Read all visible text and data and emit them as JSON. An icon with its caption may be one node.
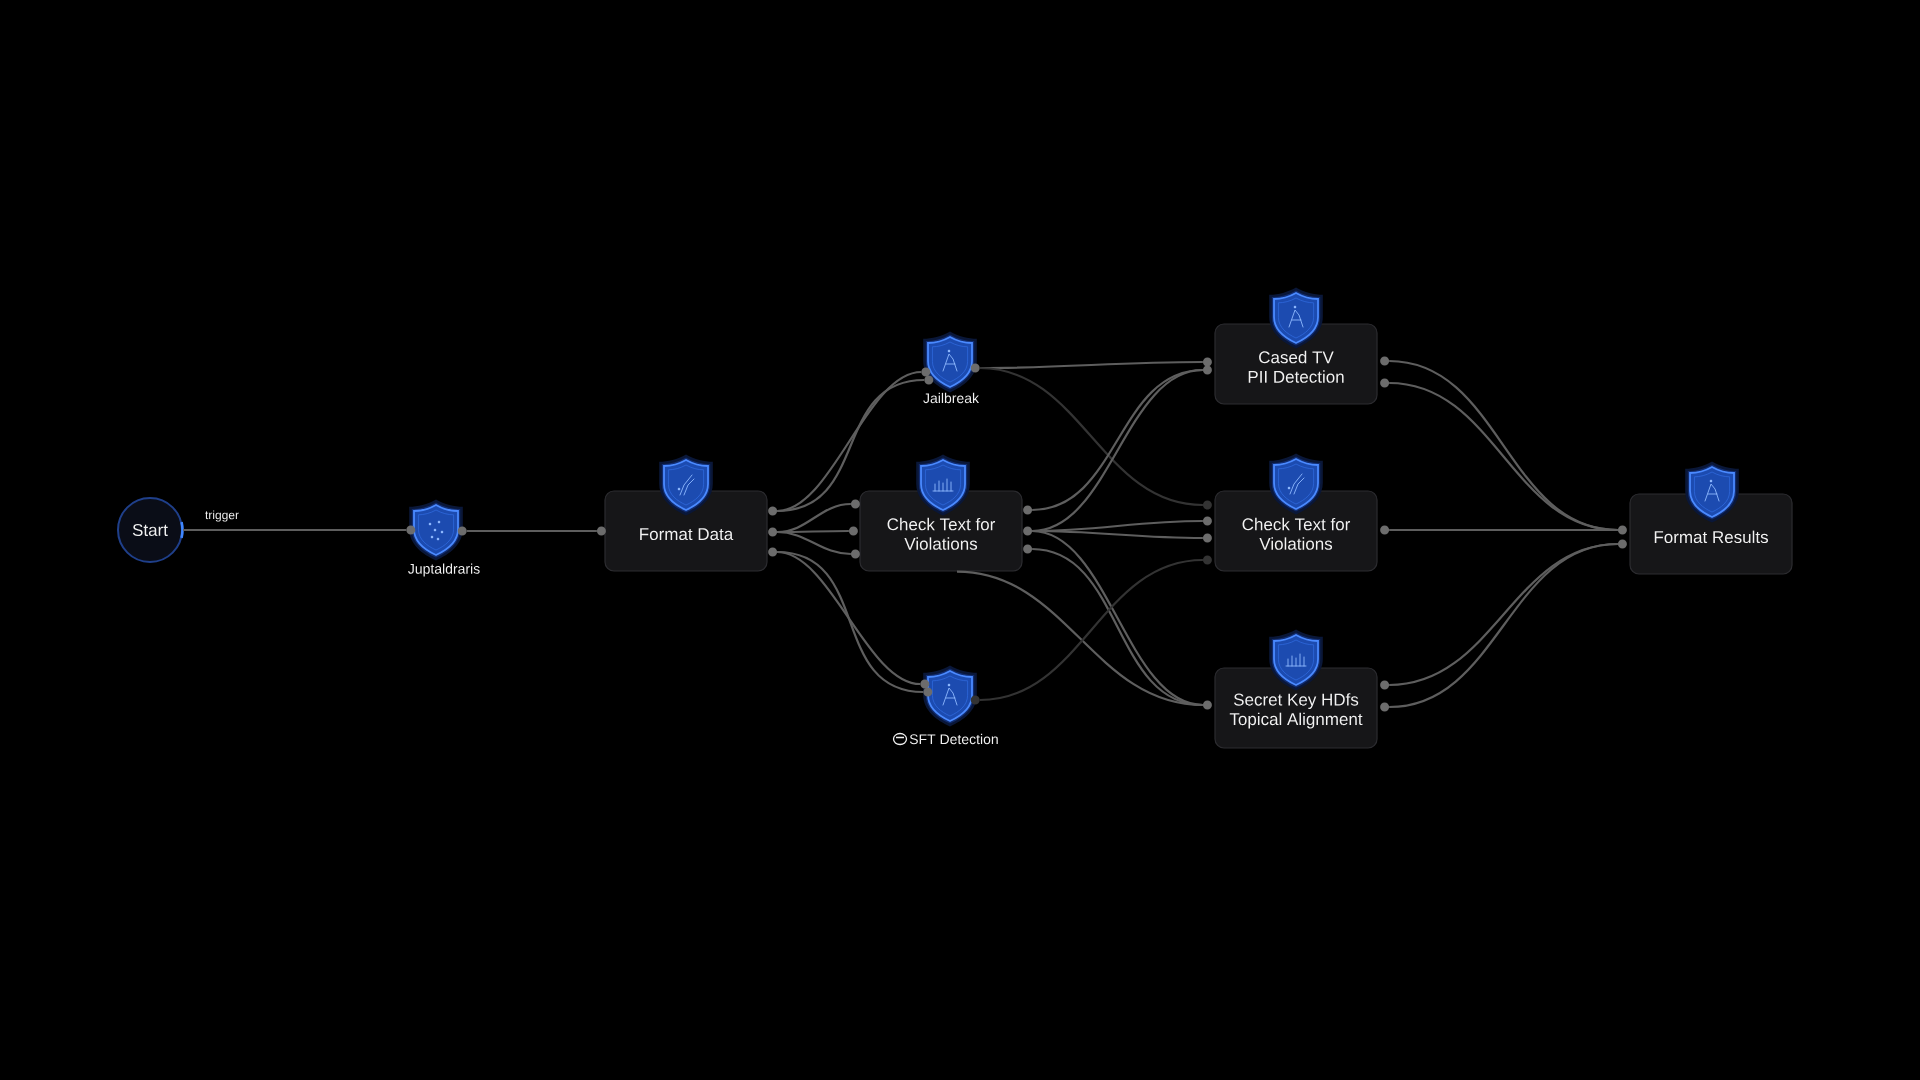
{
  "diagram": {
    "nodes": [
      {
        "text": [
          "Start"
        ]
      },
      {
        "text": [
          "Juptaldraris"
        ]
      },
      {
        "text": [
          "Format Data"
        ]
      },
      {
        "text": [
          "Jailbreak"
        ]
      },
      {
        "text": [
          "Check Text for Violations"
        ]
      },
      {
        "text": [
          "SFT Detection"
        ]
      },
      {
        "text": [
          "Cased TV PII Detection"
        ]
      },
      {
        "text": [
          "Check Text for Violations"
        ]
      },
      {
        "text": [
          "Secret Key HDfs Topical Alignment"
        ]
      },
      {
        "text": [
          "Format Results"
        ]
      }
    ],
    "edges": [
      {
        "from": 0,
        "to": 1,
        "arrow": "none",
        "label": "trigger"
      },
      {
        "from": 1,
        "to": 2,
        "arrow": "none"
      },
      {
        "from": 2,
        "to": 3,
        "arrow": "none"
      },
      {
        "from": 2,
        "to": 3,
        "arrow": "none"
      },
      {
        "from": 2,
        "to": 4,
        "arrow": "none"
      },
      {
        "from": 2,
        "to": 4,
        "arrow": "none"
      },
      {
        "from": 2,
        "to": 4,
        "arrow": "none"
      },
      {
        "from": 2,
        "to": 5,
        "arrow": "none"
      },
      {
        "from": 2,
        "to": 5,
        "arrow": "none"
      },
      {
        "from": 3,
        "to": 6,
        "arrow": "none"
      },
      {
        "from": 3,
        "to": 7,
        "arrow": "none",
        "color": "#333333"
      },
      {
        "from": 4,
        "to": 6,
        "arrow": "none"
      },
      {
        "from": 4,
        "to": 6,
        "arrow": "none"
      },
      {
        "from": 4,
        "to": 7,
        "arrow": "none"
      },
      {
        "from": 4,
        "to": 7,
        "arrow": "none"
      },
      {
        "from": 4,
        "to": 8,
        "arrow": "none"
      },
      {
        "from": 4,
        "to": 8,
        "arrow": "none"
      },
      {
        "from": 4,
        "to": 8,
        "arrow": "none"
      },
      {
        "from": 5,
        "to": 7,
        "arrow": "none",
        "color": "#333333"
      },
      {
        "from": 6,
        "to": 9,
        "arrow": "none"
      },
      {
        "from": 6,
        "to": 9,
        "arrow": "none"
      },
      {
        "from": 7,
        "to": 9,
        "arrow": "none"
      },
      {
        "from": 8,
        "to": 9,
        "arrow": "none"
      },
      {
        "from": 8,
        "to": 9,
        "arrow": "none"
      }
    ]
  }
}
